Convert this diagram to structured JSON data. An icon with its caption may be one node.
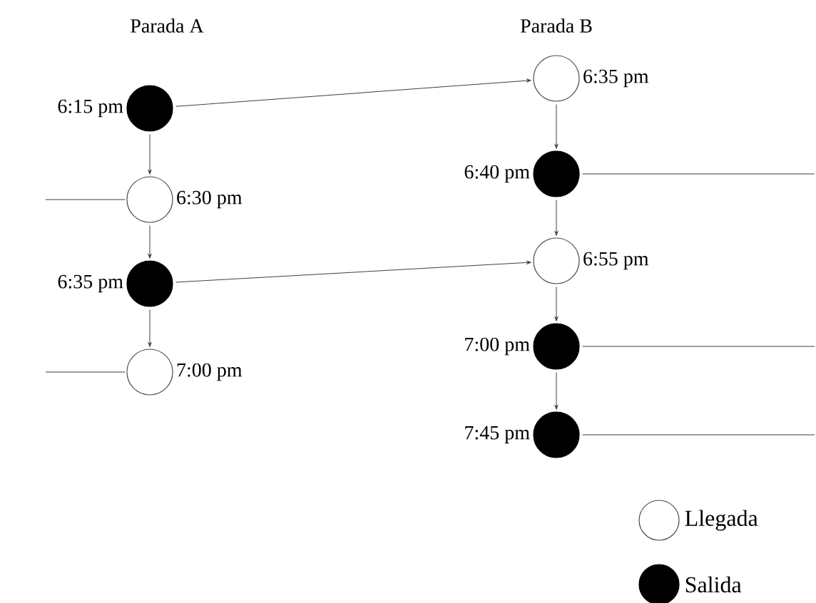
{
  "diagram": {
    "nodes": [
      {
        "text": [],
        "shape": "dot",
        "beside": [
          "6:15 pm"
        ]
      },
      {
        "text": [],
        "shape": "circle",
        "beside": [
          "6:30 pm"
        ]
      },
      {
        "text": [],
        "shape": "dot",
        "beside": [
          "6:35 pm"
        ]
      },
      {
        "text": [],
        "shape": "circle",
        "beside": [
          "7:00 pm"
        ]
      },
      {
        "text": [],
        "shape": "circle",
        "beside": [
          "6:35 pm"
        ]
      },
      {
        "text": [],
        "shape": "dot",
        "beside": [
          "6:40 pm"
        ]
      },
      {
        "text": [],
        "shape": "circle",
        "beside": [
          "6:55 pm"
        ]
      },
      {
        "text": [],
        "shape": "dot",
        "beside": [
          "7:00 pm"
        ]
      },
      {
        "text": [],
        "shape": "dot",
        "beside": [
          "7:45 pm"
        ]
      }
    ],
    "edges": [
      {
        "from": 0,
        "to": 1,
        "arrow": "to"
      },
      {
        "from": 1,
        "to": 2,
        "arrow": "to"
      },
      {
        "from": 2,
        "to": 3,
        "arrow": "to"
      },
      {
        "from": 0,
        "to": 4,
        "arrow": "to"
      },
      {
        "from": 2,
        "to": 6,
        "arrow": "to"
      },
      {
        "from": 4,
        "to": 5,
        "arrow": "to"
      },
      {
        "from": 5,
        "to": 6,
        "arrow": "to"
      },
      {
        "from": 6,
        "to": 7,
        "arrow": "to"
      },
      {
        "from": 7,
        "to": 8,
        "arrow": "to"
      },
      {
        "from": null,
        "to": 1,
        "arrow": "none"
      },
      {
        "from": null,
        "to": 3,
        "arrow": "none"
      },
      {
        "from": 5,
        "to": null,
        "arrow": "none"
      },
      {
        "from": 7,
        "to": null,
        "arrow": "none"
      },
      {
        "from": 8,
        "to": null,
        "arrow": "none"
      }
    ],
    "labels": [
      "Parada A",
      "Parada B"
    ],
    "legend": [
      {
        "text": "Llegada"
      },
      {
        "text": "Salida"
      }
    ]
  }
}
